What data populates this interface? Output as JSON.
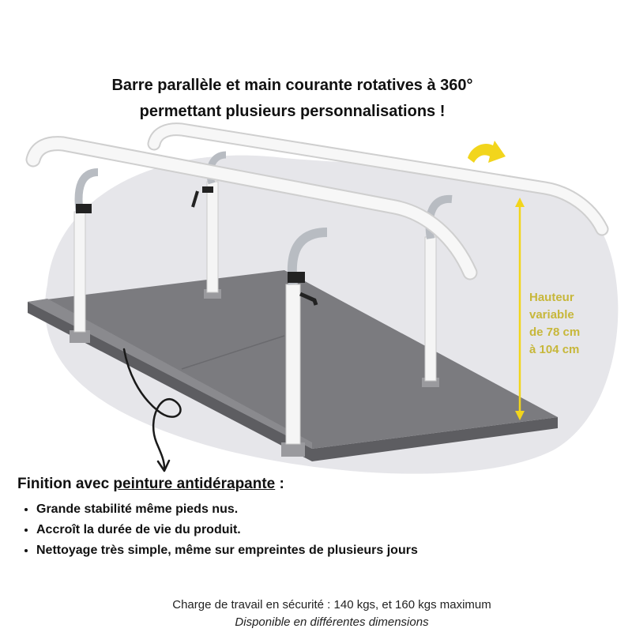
{
  "title": {
    "line1": "Barre parallèle et main courante rotatives à 360°",
    "line2": "permettant plusieurs personnalisations !"
  },
  "height_label": {
    "line1": "Hauteur",
    "line2": "variable",
    "line3": "de 78 cm",
    "line4": "à 104 cm"
  },
  "finish": {
    "prefix": "Finition avec ",
    "underlined": "peinture antidérapante",
    "suffix": " :",
    "items": [
      "Grande stabilité même pieds nus.",
      "Accroît la durée de vie du produit.",
      "Nettoyage très simple, même sur empreintes de plusieurs jours"
    ]
  },
  "footer": {
    "line1": "Charge de travail en sécurité : 140 kgs, et 160 kgs maximum",
    "line2": "Disponible en différentes dimensions"
  },
  "colors": {
    "background_blob": "#e6e6ea",
    "platform": "#7b7b7f",
    "platform_side": "#5d5d61",
    "rail": "#f4f4f4",
    "accent_yellow": "#f2d51c",
    "label_olive": "#c7b73a",
    "text": "#111111"
  }
}
